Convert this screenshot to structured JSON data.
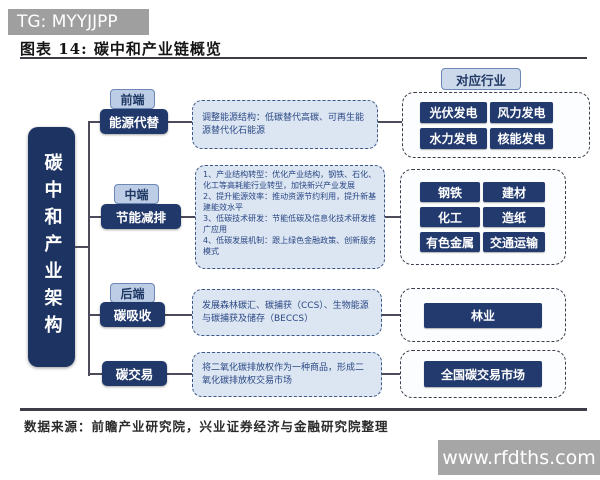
{
  "watermarks": {
    "top": "TG: MYYJJPP",
    "bottom": "www.rfdths.com"
  },
  "title": "图表 14:  碳中和产业链概览",
  "architecture_label": "碳中和产业架构",
  "industry_header": "对应行业",
  "rows": [
    {
      "stage_tag": "前端",
      "category_tag": "能源代替",
      "description": "调整能源结构：低碳替代高碳、可再生能源替代化石能源",
      "industries": [
        "光伏发电",
        "风力发电",
        "水力发电",
        "核能发电"
      ]
    },
    {
      "stage_tag": "中端",
      "category_tag": "节能减排",
      "description_items": [
        "1、产业结构转型：优化产业结构，钢铁、石化、化工等高耗能行业转型，加快新兴产业发展",
        "2、提升能源效率：推动资源节约利用，提升新基建能效水平",
        "3、低碳技术研发：节能低碳及信息化技术研发推广应用",
        "4、低碳发展机制：跟上绿色金融政策、创新服务模式"
      ],
      "industries": [
        "钢铁",
        "建材",
        "化工",
        "造纸",
        "有色金属",
        "交通运输"
      ]
    },
    {
      "stage_tag": "后端",
      "category_tag": "碳吸收",
      "description": "发展森林碳汇、碳捕获（CCS）、生物能源与碳捕获及储存（BECCS）",
      "industries": [
        "林业"
      ]
    },
    {
      "category_tag": "碳交易",
      "description": "将二氧化碳排放权作为一种商品，形成二氧化碳排放权交易市场",
      "industries": [
        "全国碳交易市场"
      ]
    }
  ],
  "source": "数据来源：前瞻产业研究院，兴业证券经济与金融研究院整理",
  "colors": {
    "navy": "#21386b",
    "navy_dark": "#1d3462",
    "tag_light": "#bccde5",
    "desc_fill": "#dce6f3",
    "gray_bar": "#9f9f9f"
  }
}
